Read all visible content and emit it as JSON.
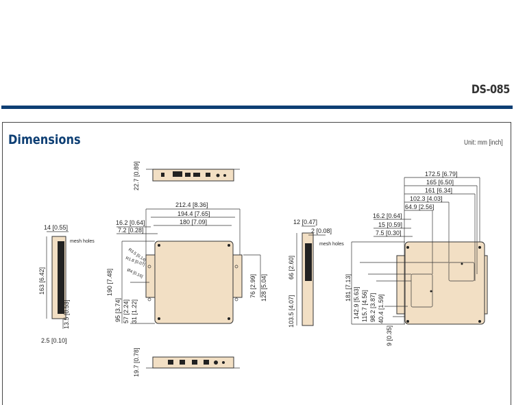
{
  "header": {
    "doc_id": "DS-085"
  },
  "section": {
    "title": "Dimensions",
    "unit": "Unit: mm [inch]"
  },
  "drawing": {
    "top_view": {
      "height": "22.7 [0.89]"
    },
    "bottom_view": {
      "height": "19.7 [0.78]"
    },
    "left_side": {
      "width": "14 [0.55]",
      "mesh": "mesh holes",
      "height": "163 [6.42]",
      "offset": "13.5 [0.53]",
      "bottom": "2.5 [0.10]"
    },
    "front": {
      "w1": "212.4 [8.36]",
      "w2": "194.4 [7.65]",
      "w3": "180 [7.09]",
      "w4": "16.2 [0.64]",
      "w5": "7.2 [0.28]",
      "r1": "R3.5 [0.14]",
      "r2": "R1.8 [0.07]",
      "d1": "Ø4 [0.16]",
      "h1": "190 [7.48]",
      "h2": "95 [3.74]",
      "h3": "57 [2.24]",
      "h4": "31 [1.22]",
      "bracket_h1": "76 [2.99]",
      "bracket_h2": "128 [5.04]"
    },
    "right_side": {
      "w1": "12 [0.47]",
      "w2": "2 [0.08]",
      "mesh": "mesh holes",
      "h1": "66 [2.60]",
      "h2": "103.5 [4.07]"
    },
    "back": {
      "w1": "172.5 [6.79]",
      "w2": "165 [6.50]",
      "w3": "161 [6.34]",
      "w4": "102.3 [4.03]",
      "w5": "64.9 [2.56]",
      "w6": "16.2 [0.64]",
      "w7": "15 [0.59]",
      "w8": "7.5 [0.30]",
      "h1": "181 [7.13]",
      "h2": "142.9 [5.63]",
      "h3": "115.7 [4.56]",
      "h4": "98.2 [3.87]",
      "h5": "40.4 [1.59]",
      "h6": "9 [0.35]"
    }
  }
}
